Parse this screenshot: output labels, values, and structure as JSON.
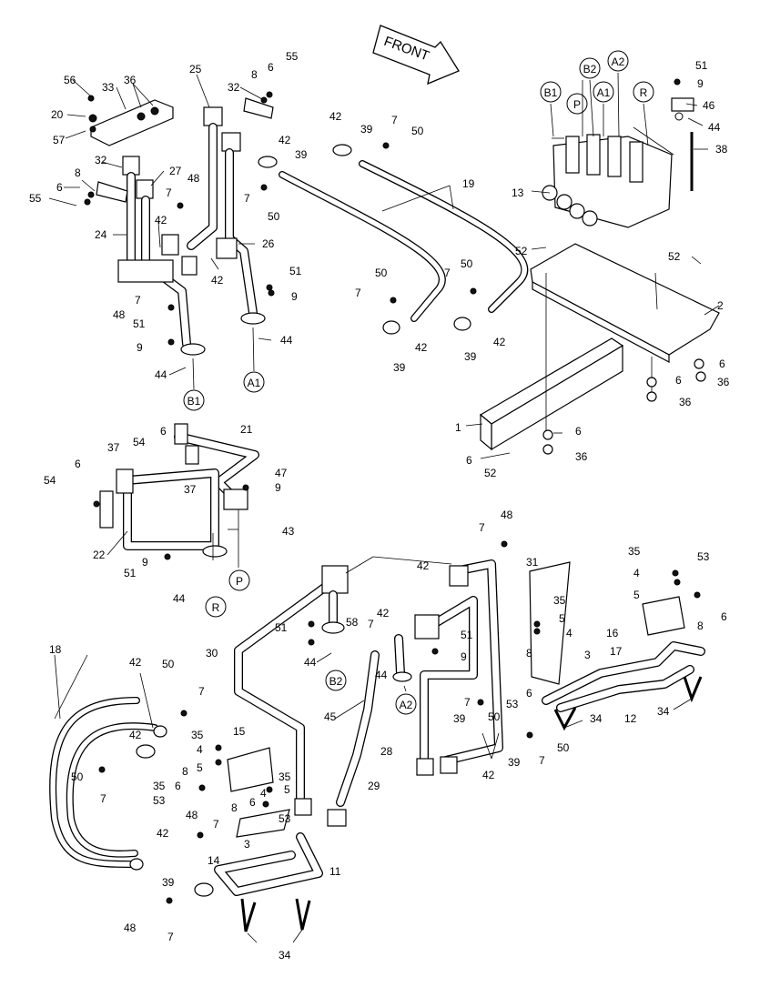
{
  "direction_arrow": {
    "label": "FRONT"
  },
  "port_labels": [
    "B1",
    "P",
    "B2",
    "A1",
    "A2",
    "R"
  ],
  "callouts": {
    "top_left": [
      "56",
      "33",
      "36",
      "20",
      "57",
      "25",
      "8",
      "6",
      "55",
      "32",
      "32",
      "8",
      "6",
      "55",
      "27",
      "48",
      "7",
      "24",
      "42",
      "26",
      "51",
      "9",
      "7",
      "48",
      "51",
      "9",
      "42",
      "44",
      "44"
    ],
    "top_middle": [
      "42",
      "39",
      "7",
      "50",
      "42",
      "39",
      "7",
      "50",
      "19",
      "50",
      "7",
      "50",
      "7",
      "42",
      "39",
      "42",
      "39"
    ],
    "valve": [
      "51",
      "9",
      "46",
      "44",
      "38",
      "13",
      "52",
      "52",
      "2",
      "6",
      "6",
      "36",
      "36",
      "1",
      "6",
      "36",
      "6",
      "52"
    ],
    "mid_left": [
      "6",
      "21",
      "54",
      "37",
      "54",
      "6",
      "37",
      "47",
      "9",
      "22",
      "43",
      "51",
      "9",
      "44"
    ],
    "bottom": [
      "7",
      "48",
      "31",
      "35",
      "4",
      "5",
      "16",
      "53",
      "8",
      "6",
      "42",
      "51",
      "58",
      "7",
      "42",
      "51",
      "9",
      "44",
      "30",
      "35",
      "5",
      "4",
      "3",
      "8",
      "6",
      "17",
      "12",
      "34",
      "44",
      "45",
      "53",
      "7",
      "50",
      "34",
      "28",
      "39",
      "42",
      "39",
      "7",
      "50",
      "29",
      "18",
      "42",
      "50",
      "7",
      "42",
      "50",
      "7",
      "35",
      "35",
      "4",
      "5",
      "15",
      "8",
      "6",
      "53",
      "4",
      "5",
      "8",
      "53",
      "48",
      "7",
      "42",
      "3",
      "14",
      "11",
      "39",
      "48",
      "7",
      "34"
    ]
  }
}
